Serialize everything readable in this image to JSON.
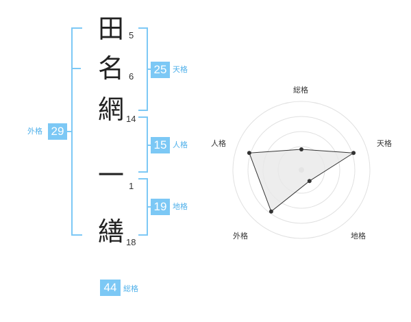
{
  "name_chars": [
    {
      "char": "田",
      "strokes": "5"
    },
    {
      "char": "名",
      "strokes": "6"
    },
    {
      "char": "網",
      "strokes": "14"
    },
    {
      "char": "一",
      "strokes": "1"
    },
    {
      "char": "繕",
      "strokes": "18"
    }
  ],
  "kakusu": {
    "tenkaku": {
      "value": "25",
      "label": "天格"
    },
    "jinkaku": {
      "value": "15",
      "label": "人格"
    },
    "chikaku": {
      "value": "19",
      "label": "地格"
    },
    "gaikaku": {
      "value": "29",
      "label": "外格"
    },
    "soukaku": {
      "value": "44",
      "label": "総格"
    }
  },
  "colors": {
    "accent": "#7cc8f5",
    "accent_text": "#4fb0ea"
  },
  "radar": {
    "axes": [
      "総格",
      "天格",
      "地格",
      "外格",
      "人格"
    ],
    "levels": 4,
    "values": [
      0.3,
      0.8,
      0.2,
      0.75,
      0.8
    ]
  }
}
